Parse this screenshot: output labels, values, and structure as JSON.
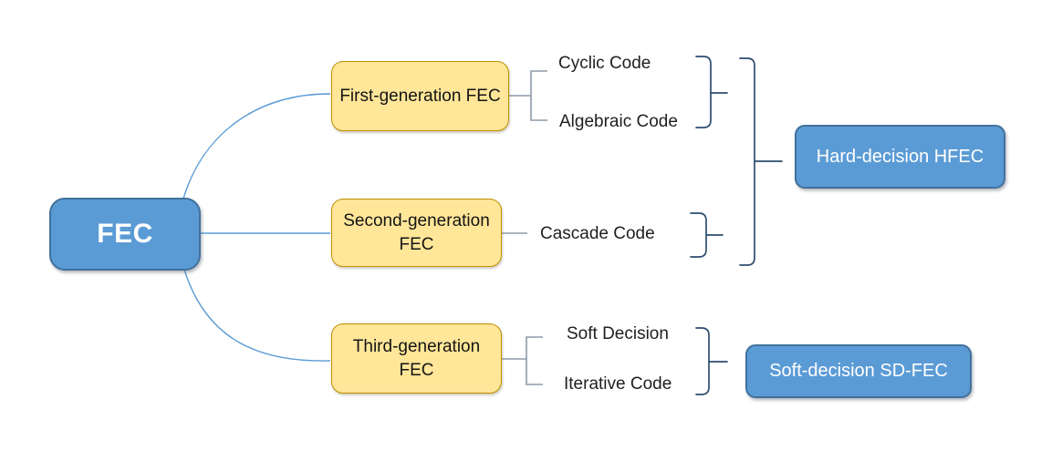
{
  "colors": {
    "node_blue": "#5B9BD5",
    "node_blue_border": "#41719C",
    "node_yellow": "#FFE699",
    "node_yellow_border": "#BF9000",
    "connector_blue": "#5B9BD5",
    "bracket_gray": "#8E9BA9",
    "brace_navy": "#2D4D6E",
    "label_text": "#1F1F1F",
    "node_text_white": "#FFFFFF"
  },
  "diagram": {
    "root": {
      "label": "FEC"
    },
    "generations": [
      {
        "label": "First-generation FEC"
      },
      {
        "label": "Second-generation FEC"
      },
      {
        "label": "Third-generation FEC"
      }
    ],
    "codes": {
      "cyclic": "Cyclic Code",
      "algebraic": "Algebraic Code",
      "cascade": "Cascade Code",
      "soft": "Soft Decision",
      "iterative": "Iterative Code"
    },
    "outcomes": [
      {
        "label": "Hard-decision HFEC"
      },
      {
        "label": "Soft-decision SD-FEC"
      }
    ]
  }
}
